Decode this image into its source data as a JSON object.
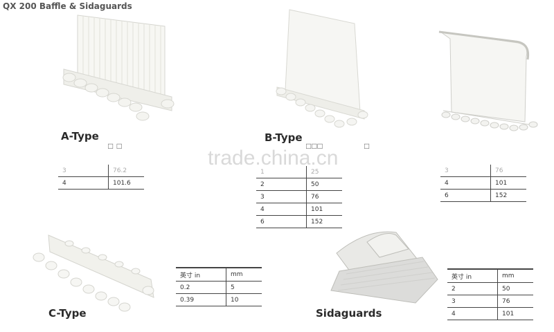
{
  "page_title": "QX 200 Baffle & Sidaguards",
  "watermark": "trade.china.cn",
  "sections": {
    "a_type": {
      "label": "A-Type",
      "mark": "□ □",
      "rows": [
        [
          "3",
          "76.2"
        ],
        [
          "4",
          "101.6"
        ]
      ]
    },
    "b_type": {
      "label": "B-Type",
      "mark": "□□□",
      "mark2": "□",
      "rows": [
        [
          "1",
          "25"
        ],
        [
          "2",
          "50"
        ],
        [
          "3",
          "76"
        ],
        [
          "4",
          "101"
        ],
        [
          "6",
          "152"
        ]
      ]
    },
    "top_right": {
      "rows": [
        [
          "3",
          "76"
        ],
        [
          "4",
          "101"
        ],
        [
          "6",
          "152"
        ]
      ]
    },
    "c_type": {
      "label": "C-Type",
      "header": [
        "英寸 in",
        "mm"
      ],
      "rows": [
        [
          "0.2",
          "5"
        ],
        [
          "0.39",
          "10"
        ]
      ]
    },
    "sidaguards": {
      "label": "Sidaguards",
      "header": [
        "英寸 in",
        "mm"
      ],
      "rows": [
        [
          "2",
          "50"
        ],
        [
          "3",
          "76"
        ],
        [
          "4",
          "101"
        ]
      ]
    }
  }
}
